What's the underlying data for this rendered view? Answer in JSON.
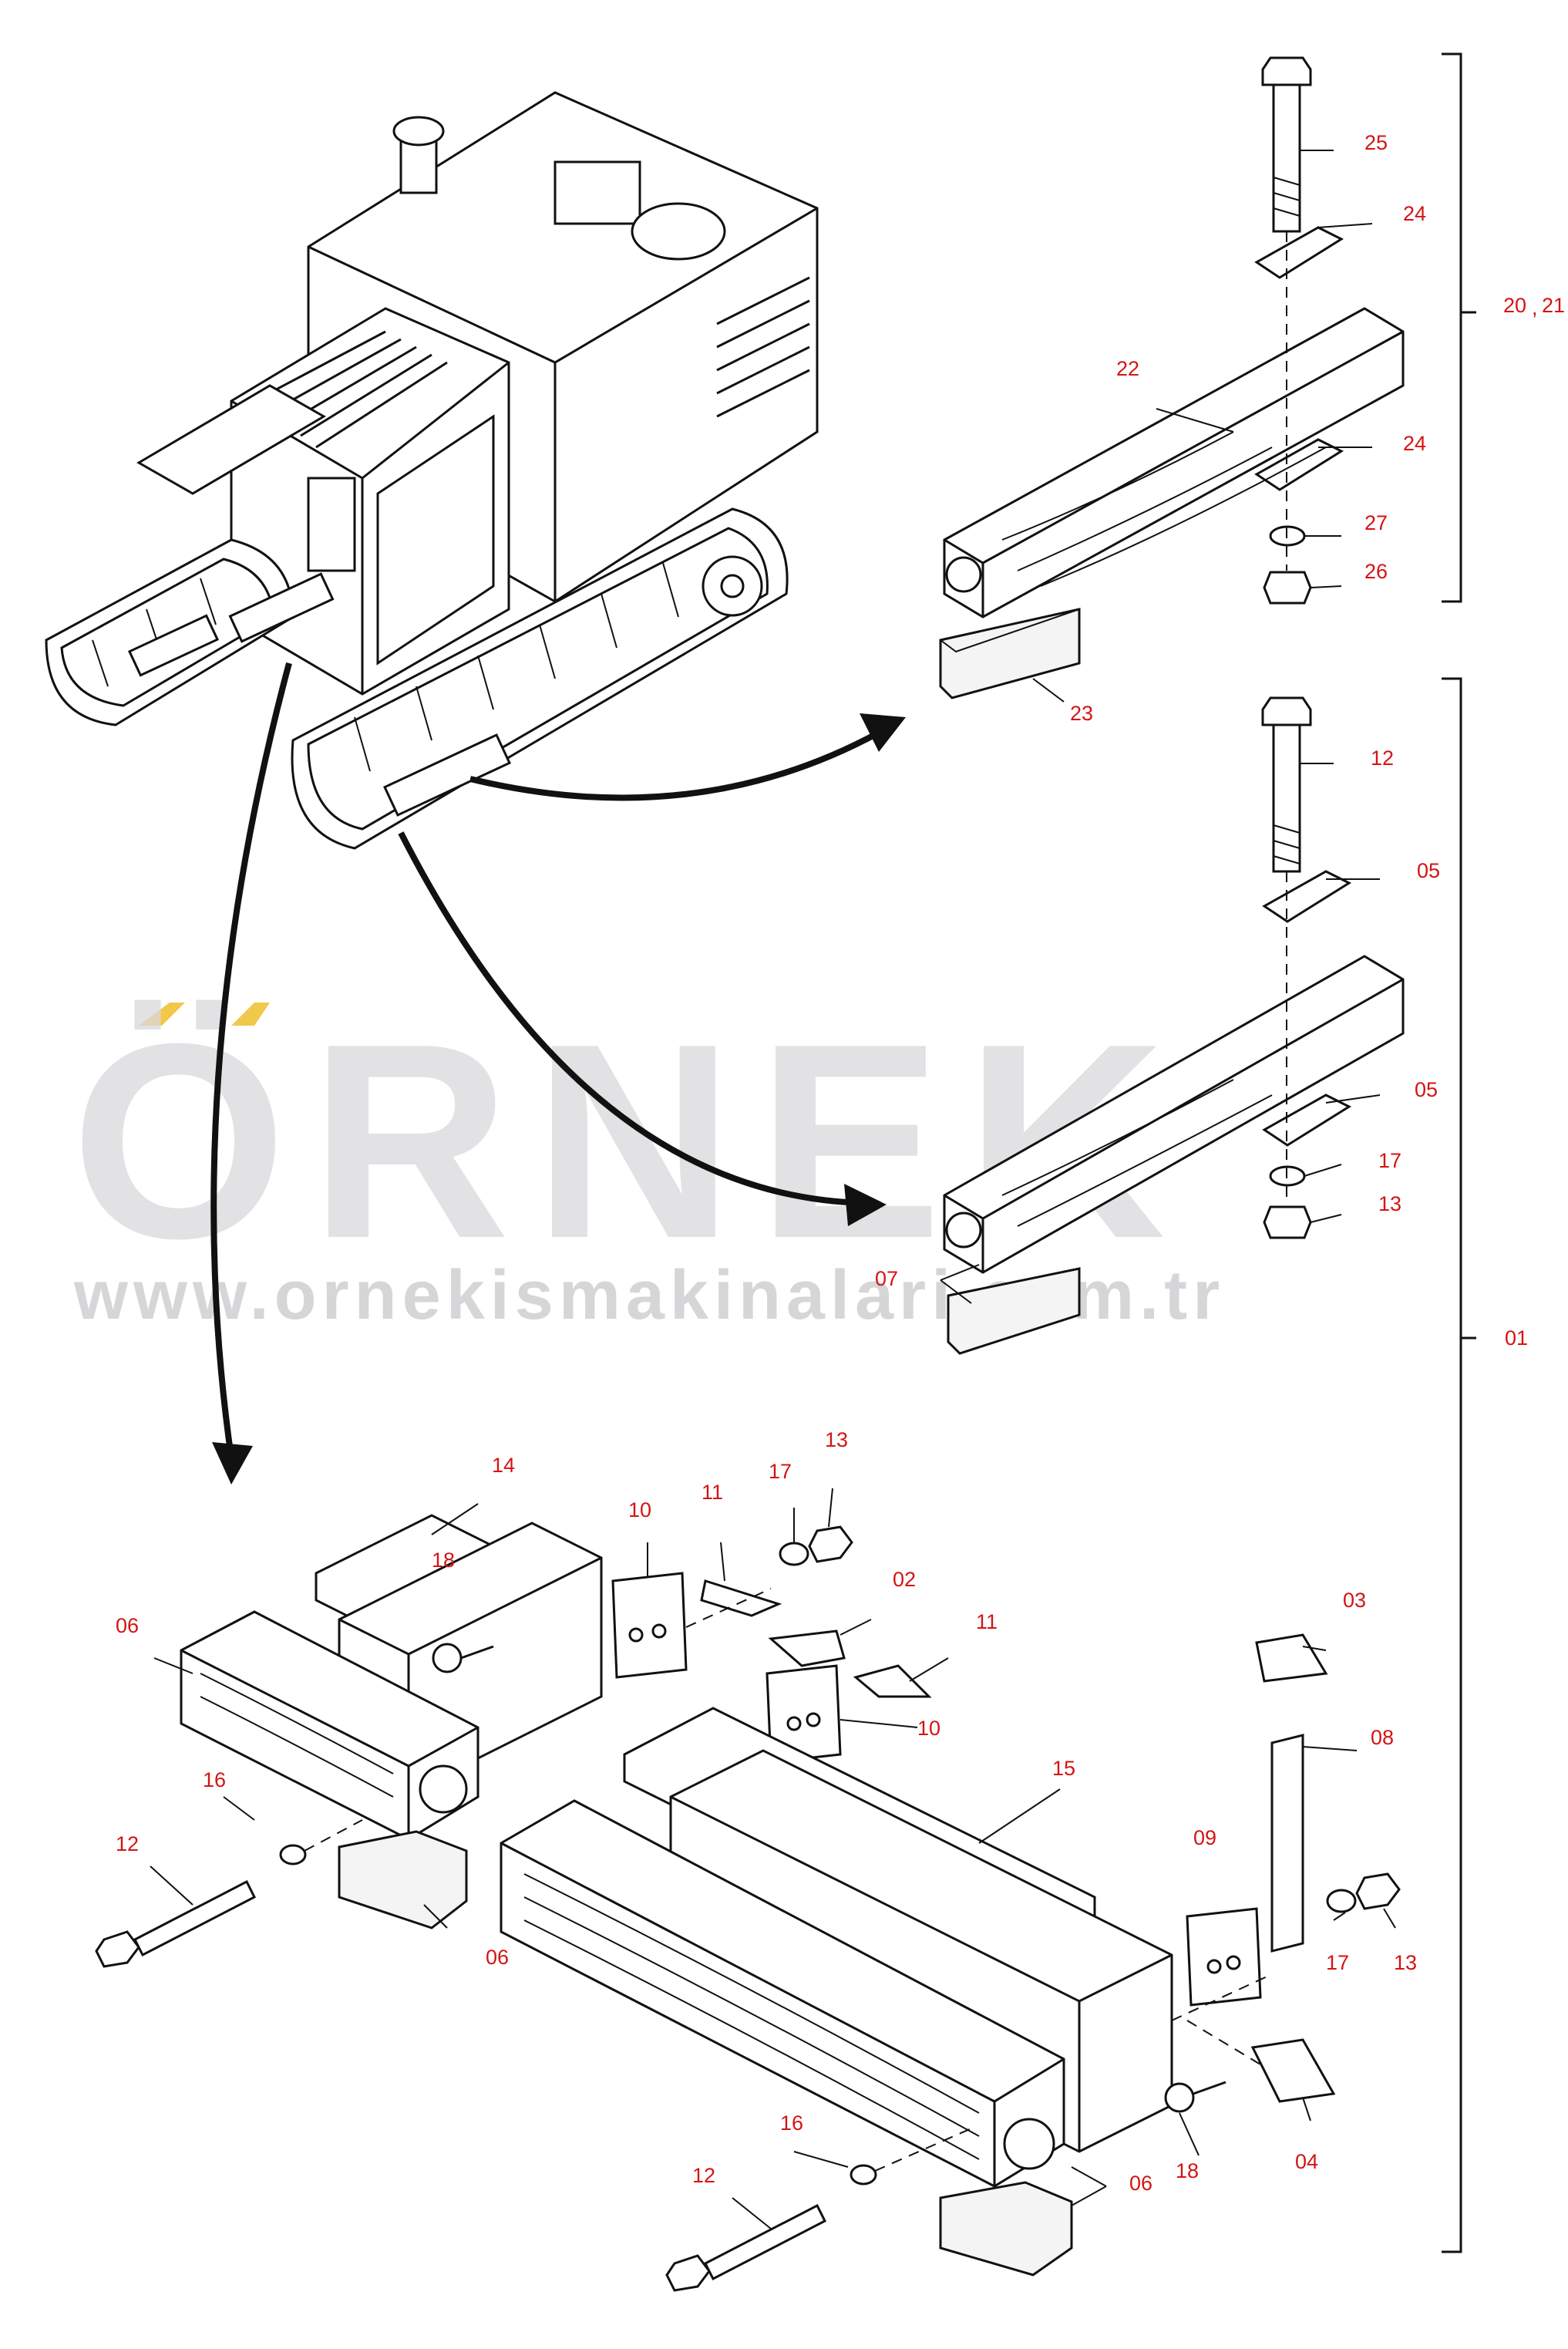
{
  "watermark": {
    "logo": "ÖRNEK",
    "url": "www.ornekismakinalari.com.tr",
    "logo_color": "#d9d9dc",
    "accent_color": "#f2c84b"
  },
  "colors": {
    "label": "#d41414",
    "line": "#111111"
  },
  "labels": {
    "l25": "25",
    "l24a": "24",
    "l20": "20",
    "l21": "21",
    "l22": "22",
    "l24b": "24",
    "l27": "27",
    "l26": "26",
    "l23": "23",
    "l12a": "12",
    "l05a": "05",
    "l05b": "05",
    "l17a": "17",
    "l13a": "13",
    "l07": "07",
    "l01": "01",
    "l14": "14",
    "l13b": "13",
    "l17b": "17",
    "l10a": "10",
    "l11a": "11",
    "l02": "02",
    "l11b": "11",
    "l18a": "18",
    "l06a": "06",
    "l10b": "10",
    "l03": "03",
    "l16a": "16",
    "l15": "15",
    "l08": "08",
    "l12b": "12",
    "l06b": "06",
    "l09": "09",
    "l17c": "17",
    "l13c": "13",
    "l16b": "16",
    "l18b": "18",
    "l04": "04",
    "l12c": "12",
    "l06c": "06"
  }
}
